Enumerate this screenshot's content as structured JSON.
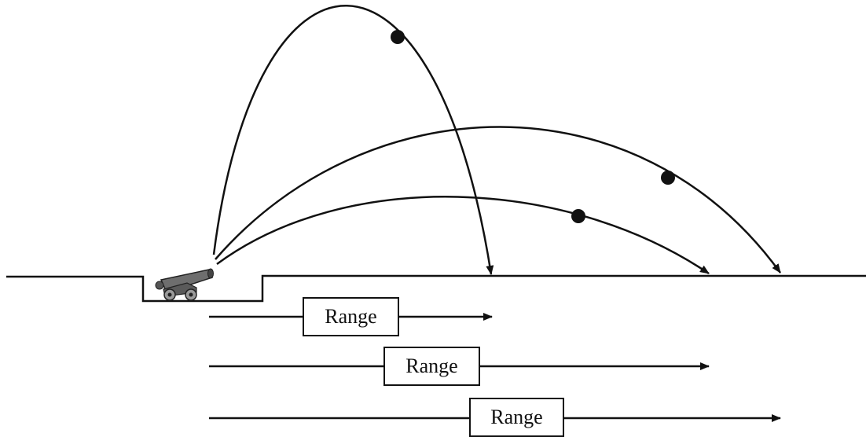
{
  "colors": {
    "ink": "#111111",
    "background": "#ffffff",
    "cannon_body": "#6e6e6e",
    "cannon_wheel": "#9a9a9a"
  },
  "icons": {
    "cannon": "cannon-icon",
    "projectile": "projectile-dot"
  },
  "range_labels": [
    "Range",
    "Range",
    "Range"
  ]
}
